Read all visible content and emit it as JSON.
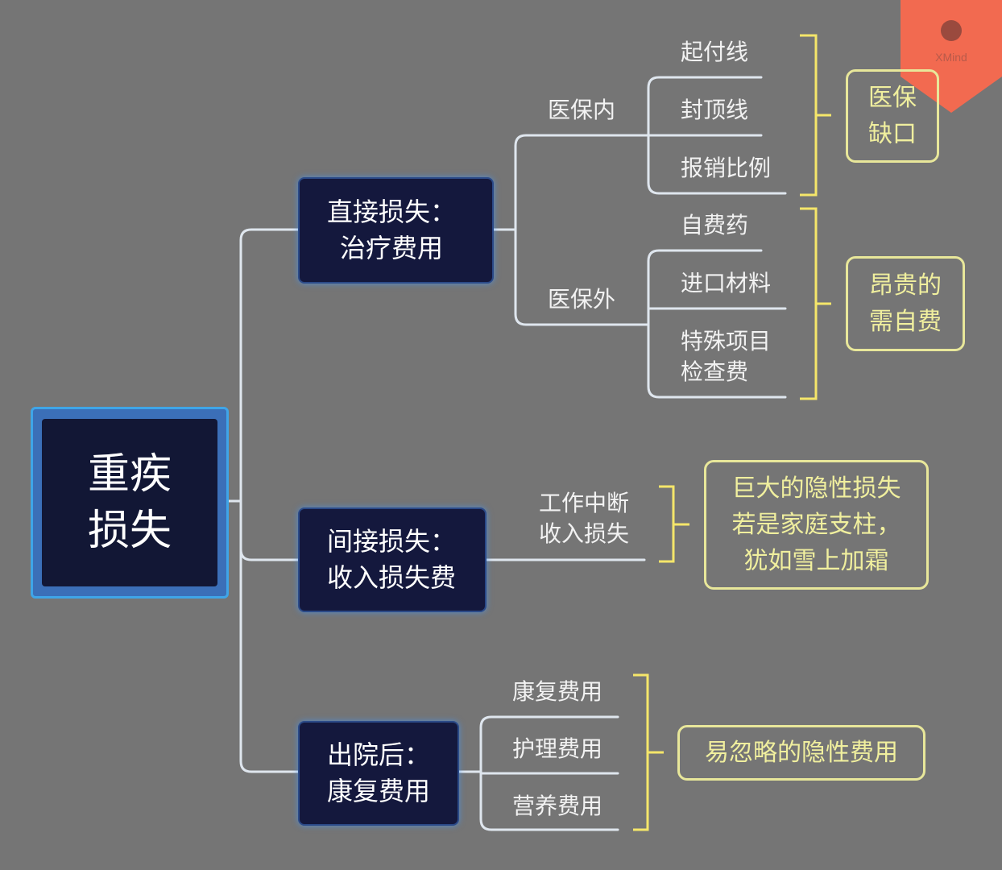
{
  "root": {
    "lines": [
      "重疾",
      "损失"
    ]
  },
  "branches": [
    {
      "title": [
        "直接损失：",
        "治疗费用"
      ],
      "groups": [
        {
          "label": "医保内",
          "items": [
            "起付线",
            "封顶线",
            "报销比例"
          ],
          "summary": [
            "医保",
            "缺口"
          ]
        },
        {
          "label": "医保外",
          "items": [
            "自费药",
            "进口材料",
            "特殊项目检查费"
          ],
          "item3_lines": [
            "特殊项目",
            "检查费"
          ],
          "summary": [
            "昂贵的",
            "需自费"
          ]
        }
      ]
    },
    {
      "title": [
        "间接损失：",
        "收入损失费"
      ],
      "label": [
        "工作中断",
        "收入损失"
      ],
      "summary": [
        "巨大的隐性损失",
        "若是家庭支柱，",
        "犹如雪上加霜"
      ]
    },
    {
      "title": [
        "出院后：",
        "康复费用"
      ],
      "items": [
        "康复费用",
        "护理费用",
        "营养费用"
      ],
      "summary": "易忽略的隐性费用"
    }
  ],
  "watermark": {
    "brand": "XMind"
  },
  "colors": {
    "background": "#757575",
    "node_fill": "#14183d",
    "line": "#dfe6ee",
    "bracket": "#f5e66a",
    "summary_border": "#e8e79a",
    "badge": "#f26a50"
  }
}
